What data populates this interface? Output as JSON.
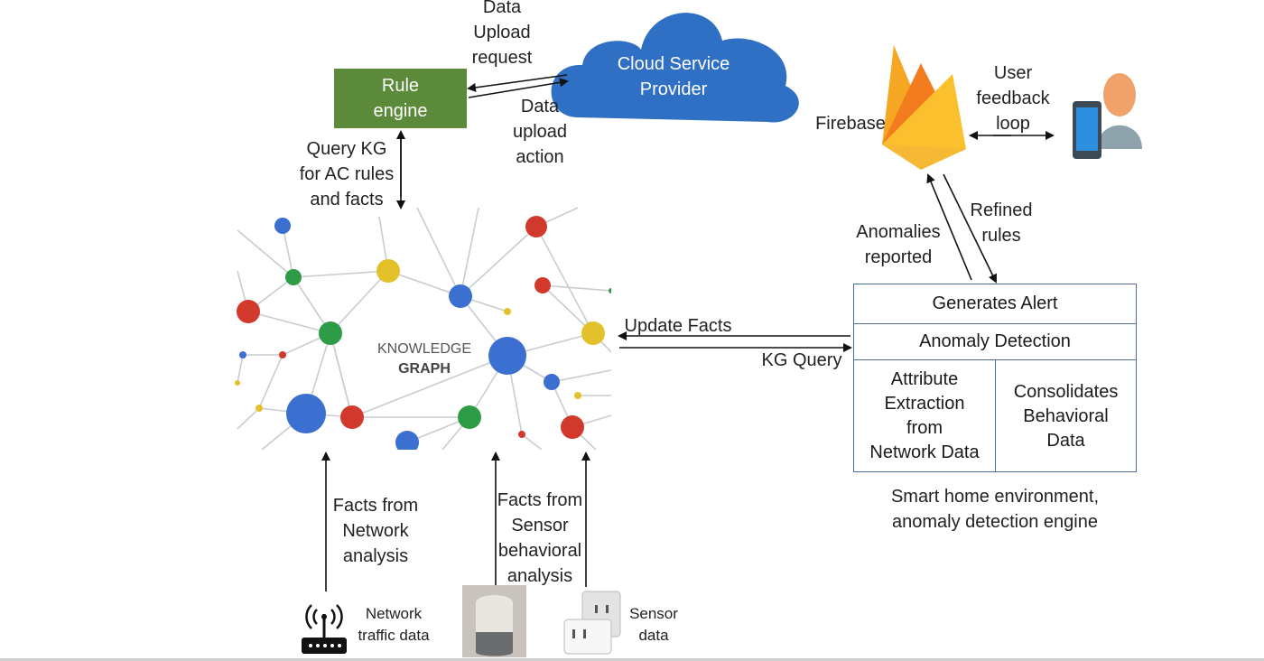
{
  "labels": {
    "data_upload_request": "Data\nUpload\nrequest",
    "data_upload_action": "Data\nupload\naction",
    "cloud_service_provider": "Cloud Service\nProvider",
    "rule_engine": "Rule\nengine",
    "query_kg": "Query KG\nfor AC rules\nand facts",
    "firebase": "Firebase",
    "user_feedback_loop": "User\nfeedback\nloop",
    "anomalies_reported": "Anomalies\nreported",
    "refined_rules": "Refined\nrules",
    "update_facts": "Update Facts",
    "kg_query": "KG Query",
    "kg_title_line1": "KNOWLEDGE",
    "kg_title_line2": "GRAPH",
    "facts_network": "Facts from\nNetwork\nanalysis",
    "facts_sensor": "Facts from\nSensor\nbehavioral\nanalysis",
    "network_traffic_data": "Network\ntraffic data",
    "sensor_data": "Sensor\ndata",
    "smart_home_caption": "Smart home environment,\nanomaly detection engine"
  },
  "engine_panel": {
    "row1": "Generates Alert",
    "row2": "Anomaly Detection",
    "cell_left": "Attribute\nExtraction\nfrom\nNetwork Data",
    "cell_right": "Consolidates\nBehavioral\nData"
  },
  "icons": [
    "cloud-icon",
    "firebase-flame-icon",
    "user-phone-icon",
    "router-icon",
    "smart-speaker-icon",
    "smart-plug-icon"
  ],
  "colors": {
    "rule_engine": "#5b8a3a",
    "cloud": "#2f6fc4",
    "node_blue": "#3b6fd0",
    "node_red": "#d0392b",
    "node_green": "#2e9c46",
    "node_yellow": "#e3c12a",
    "panel_border": "#4a6a9c"
  }
}
